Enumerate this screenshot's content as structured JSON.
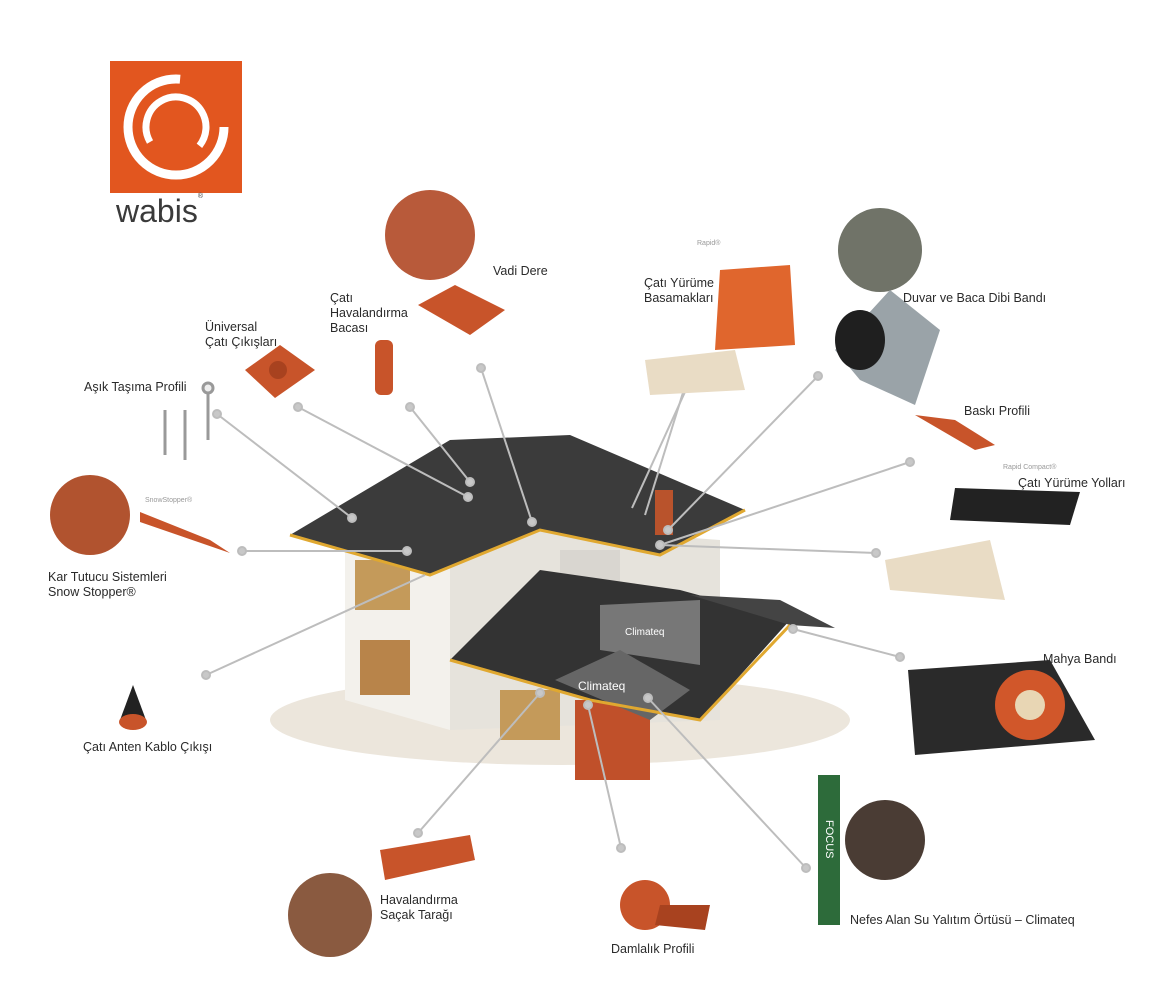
{
  "brand": {
    "name": "wabis",
    "registered": "®",
    "color": "#e2561f"
  },
  "labels": {
    "vadi_dere": "Vadi Dere",
    "havalandirma_bacasi": [
      "Çatı",
      "Havalandırma",
      "Bacası"
    ],
    "universal": [
      "Üniversal",
      "Çatı Çıkışları"
    ],
    "asik": "Aşık Taşıma Profili",
    "snowstopper_small": "SnowStopper®",
    "kar_tutucu": [
      "Kar Tutucu Sistemleri",
      "Snow Stopper®"
    ],
    "anten": "Çatı Anten Kablo Çıkışı",
    "rapid_small": "Rapid®",
    "yurume_basamak": [
      "Çatı Yürüme",
      "Basamakları"
    ],
    "duvar_baca": "Duvar ve Baca Dibi Bandı",
    "baski": "Baskı Profili",
    "rapid_compact_small": "Rapid Compact®",
    "yurume_yollari": "Çatı Yürüme Yolları",
    "mahya": "Mahya Bandı",
    "sacak": [
      "Havalandırma",
      "Saçak Tarağı"
    ],
    "damlalik": "Damlalık Profili",
    "nefes": "Nefes Alan Su Yalıtım Örtüsü – Climateq",
    "climateq_print": "Climateq",
    "focus_print": "FOCUS"
  },
  "colors": {
    "roof": "#3b3b3b",
    "wall": "#f1efea",
    "product": "#c8542a",
    "leader": "#bdbdbd"
  }
}
